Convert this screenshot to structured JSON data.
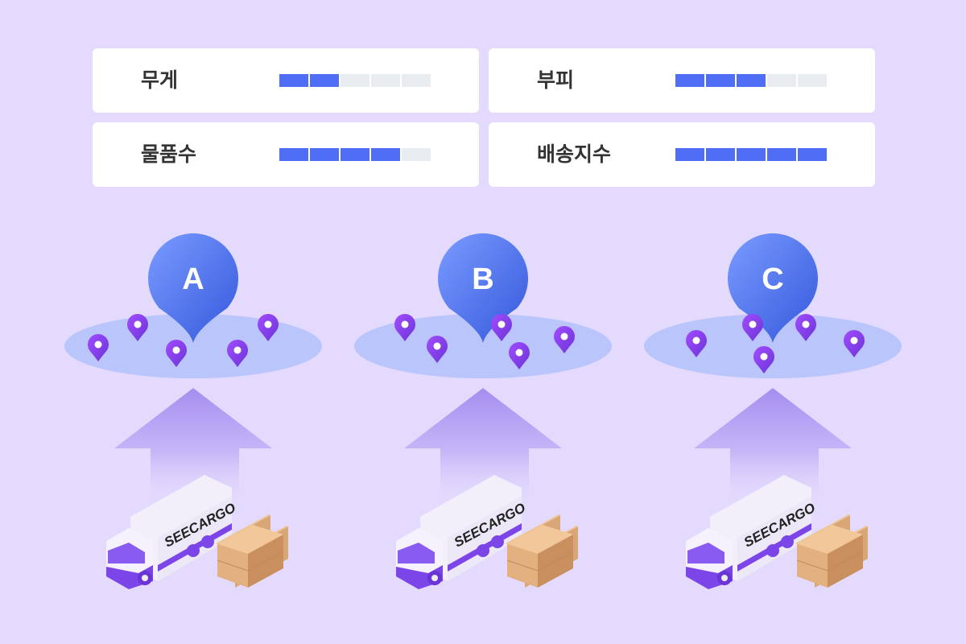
{
  "metrics": [
    {
      "label": "무게",
      "level": 2,
      "max": 5
    },
    {
      "label": "부피",
      "level": 3,
      "max": 5
    },
    {
      "label": "물품수",
      "level": 4,
      "max": 5
    },
    {
      "label": "배송지수",
      "level": 5,
      "max": 5
    }
  ],
  "zones": [
    {
      "label": "A",
      "brand": "SEECARGO"
    },
    {
      "label": "B",
      "brand": "SEECARGO"
    },
    {
      "label": "C",
      "brand": "SEECARGO"
    }
  ],
  "colors": {
    "background": "#e4dafd",
    "bar_on": "#4f6ef5",
    "bar_off": "#e8ebf0",
    "pin_main": "#4d6ff0",
    "pin_small": "#8a45f0",
    "area": "#b9c5fb"
  }
}
